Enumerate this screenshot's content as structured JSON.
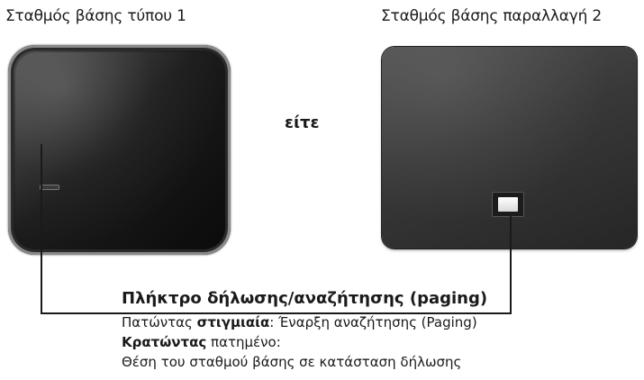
{
  "captions": {
    "base1": "Σταθμός βάσης τύπου 1",
    "base2": "Σταθμός βάσης παραλλαγή 2",
    "either": "είτε"
  },
  "key_description": {
    "title": "Πλήκτρο δήλωσης/αναζήτησης (paging)",
    "line1_prefix": "Πατώντας ",
    "line1_bold": "στιγμιαία",
    "line1_suffix": ": Έναρξη αναζήτησης (Paging)",
    "line2_bold": "Κρατώντας",
    "line2_suffix": " πατημένο:",
    "line3": "Θέση του σταθμού βάσης σε κατάσταση δήλωσης"
  }
}
